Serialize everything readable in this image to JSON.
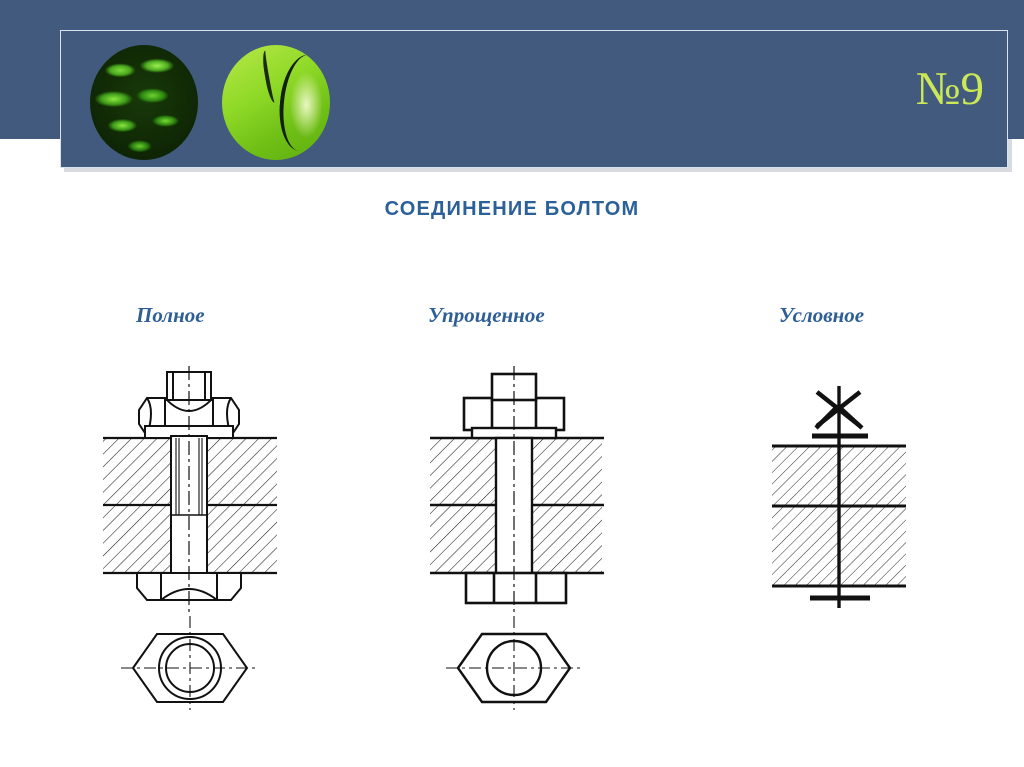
{
  "header": {
    "slide_number": "№9",
    "band_color": "#425a7e",
    "border_color": "#d9e2ef",
    "number_color": "#cbe857",
    "deco_images": [
      {
        "name": "dark-green-pods-image"
      },
      {
        "name": "bright-green-pod-image"
      }
    ]
  },
  "page": {
    "title": "СОЕДИНЕНИЕ БОЛТОМ",
    "title_color": "#2b6099",
    "background": "#ffffff"
  },
  "columns": [
    {
      "label": "Полное",
      "drawing": "full-bolt-assembly-drawing"
    },
    {
      "label": "Упрощенное",
      "drawing": "simplified-bolt-assembly-drawing"
    },
    {
      "label": "Условное",
      "drawing": "conventional-bolt-symbol-drawing"
    }
  ],
  "drawing_details": {
    "line_color": "#111111",
    "hatch_color": "#222222",
    "full": {
      "parts": [
        "nut-hexagon-profile",
        "washer",
        "bolt-shank",
        "thread-lines",
        "plate-upper-hatched",
        "plate-lower-hatched",
        "bolt-head-hexagon",
        "centerline",
        "bottom-view-hexagon",
        "bottom-view-circle"
      ]
    },
    "simplified": {
      "parts": [
        "nut-rectangle",
        "bolt-end-rectangle",
        "washer",
        "plate-upper-hatched",
        "plate-lower-hatched",
        "bolt-head-rectangle",
        "centerline",
        "bottom-view-hexagon",
        "bottom-view-circle"
      ]
    },
    "conventional": {
      "parts": [
        "cross-thread-symbol",
        "nut-bar",
        "plate-upper-hatched",
        "plate-lower-hatched",
        "axis-line",
        "head-bar"
      ]
    }
  }
}
